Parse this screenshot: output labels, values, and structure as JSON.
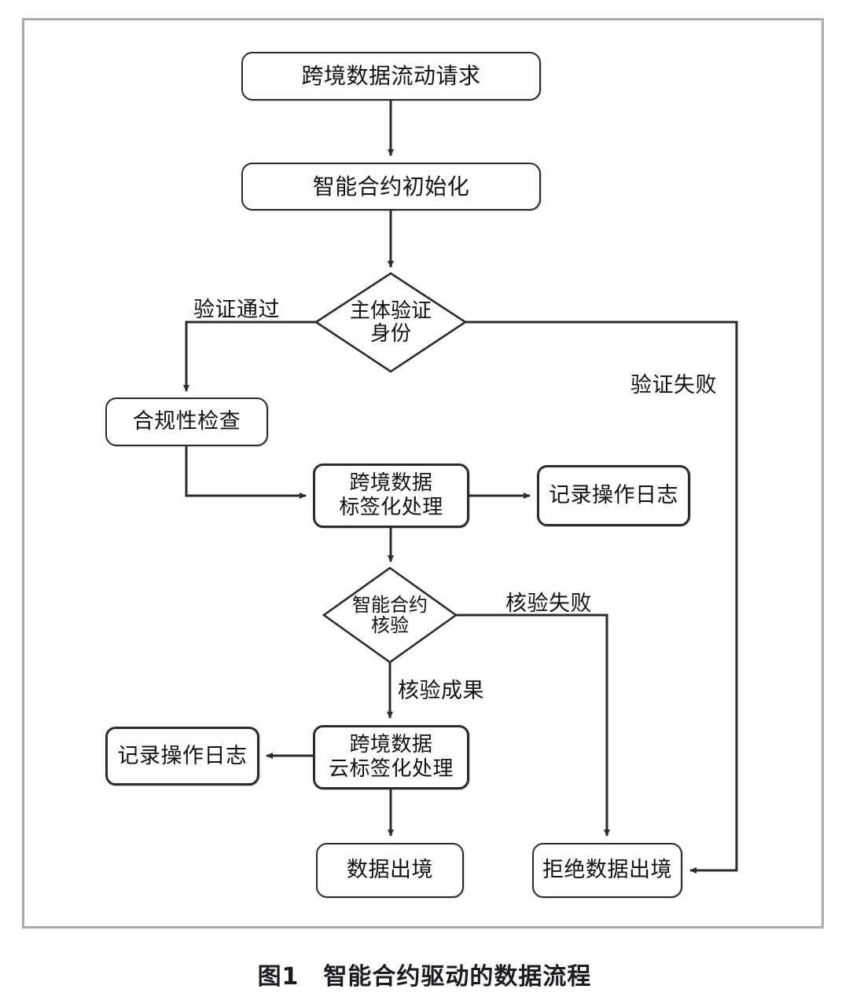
{
  "figure": {
    "caption": "图1　智能合约驱动的数据流程",
    "frame_color": "#a8abae",
    "line_color": "#2b2b2b"
  },
  "nodes": {
    "request": "跨境数据流动请求",
    "init": "智能合约初始化",
    "identity_check": "主体验证\n身份",
    "compliance": "合规性检查",
    "tagging": "跨境数据\n标签化处理",
    "log_top": "记录操作日志",
    "contract_verify": "智能合约\n核验",
    "log_bottom": "记录操作日志",
    "cloud_tagging": "跨境数据\n云标签化处理",
    "export": "数据出境",
    "reject": "拒绝数据出境"
  },
  "edge_labels": {
    "verify_pass": "验证通过",
    "verify_fail": "验证失败",
    "check_fail": "核验失败",
    "check_success": "核验成果"
  }
}
